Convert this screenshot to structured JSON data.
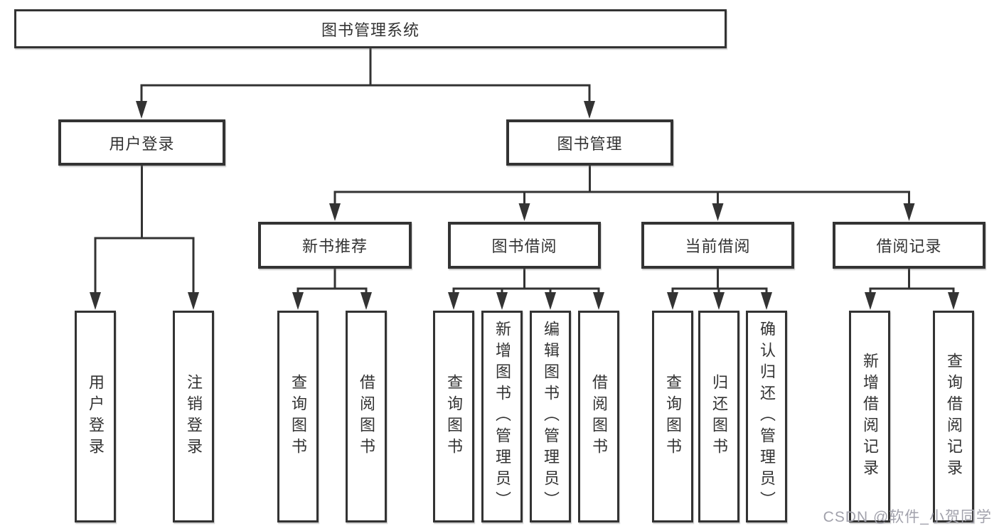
{
  "tree": {
    "root": "图书管理系统",
    "branches": [
      {
        "label": "用户登录",
        "leaves": [
          "用户登录",
          "注销登录"
        ]
      },
      {
        "label": "图书管理",
        "sections": [
          {
            "label": "新书推荐",
            "leaves": [
              "查询图书",
              "借阅图书"
            ]
          },
          {
            "label": "图书借阅",
            "leaves": [
              "查询图书",
              "新增图书（管理员）",
              "编辑图书（管理员）",
              "借阅图书"
            ]
          },
          {
            "label": "当前借阅",
            "leaves": [
              "查询图书",
              "归还图书",
              "确认归还（管理员）"
            ]
          },
          {
            "label": "借阅记录",
            "leaves": [
              "新增借阅记录",
              "查询借阅记录"
            ]
          }
        ]
      }
    ]
  },
  "watermark": {
    "text": "CSDN @软件_小贺同学"
  },
  "colors": {
    "line": "#333333",
    "text": "#333333",
    "box_background": "#ffffff",
    "page_background": "#ffffff",
    "watermark": "#a2a2ac"
  }
}
